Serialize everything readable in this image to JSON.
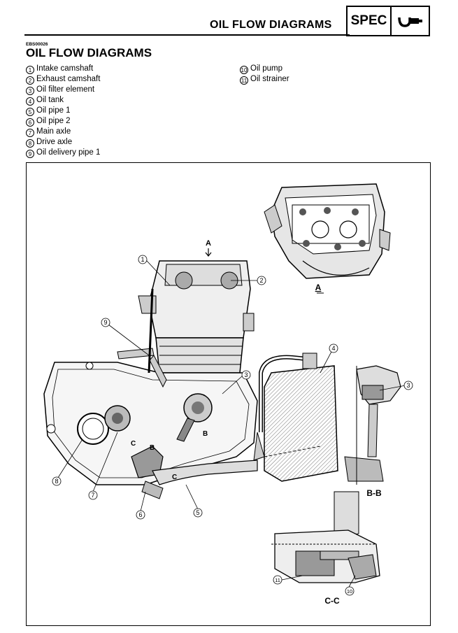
{
  "header": {
    "title": "OIL FLOW DIAGRAMS",
    "spec_label": "SPEC",
    "spec_icon": "oil-can-icon"
  },
  "code": "EBS00026",
  "main_title": "OIL FLOW DIAGRAMS",
  "legend_items": [
    {
      "num": "1",
      "label": "Intake camshaft"
    },
    {
      "num": "2",
      "label": "Exhaust camshaft"
    },
    {
      "num": "3",
      "label": "Oil filter element"
    },
    {
      "num": "4",
      "label": "Oil tank"
    },
    {
      "num": "5",
      "label": "Oil pipe 1"
    },
    {
      "num": "6",
      "label": "Oil pipe 2"
    },
    {
      "num": "7",
      "label": "Main axle"
    },
    {
      "num": "8",
      "label": "Drive axle"
    },
    {
      "num": "9",
      "label": "Oil delivery pipe 1"
    },
    {
      "num": "10",
      "label": "Oil pump"
    },
    {
      "num": "11",
      "label": "Oil strainer"
    }
  ],
  "figure": {
    "view_a": "A",
    "view_bb": "B-B",
    "view_cc": "C-C",
    "arrow_a": "A",
    "marker_b": "B",
    "marker_c": "C",
    "callouts": [
      "1",
      "2",
      "3",
      "4",
      "5",
      "6",
      "7",
      "8",
      "9",
      "10",
      "11"
    ]
  }
}
